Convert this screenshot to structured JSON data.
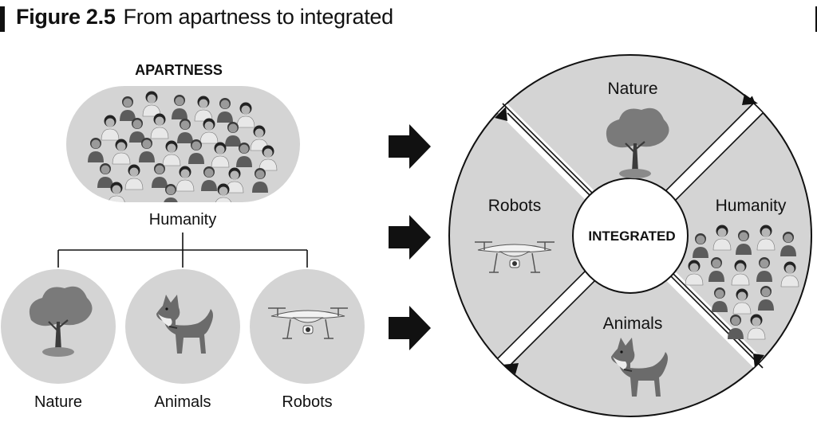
{
  "figure": {
    "number": "Figure 2.5",
    "caption": "From apartness to integrated"
  },
  "apartness": {
    "heading": "APARTNESS",
    "group_label": "Humanity",
    "branches": [
      {
        "label": "Nature",
        "icon": "tree-icon"
      },
      {
        "label": "Animals",
        "icon": "dog-icon"
      },
      {
        "label": "Robots",
        "icon": "drone-icon"
      }
    ]
  },
  "arrows": [
    "arrow-right-icon",
    "arrow-right-icon",
    "arrow-right-icon"
  ],
  "integrated": {
    "center_label": "INTEGRATED",
    "segments": [
      {
        "label": "Nature",
        "icon": "tree-icon"
      },
      {
        "label": "Humanity",
        "icon": "crowd-icon"
      },
      {
        "label": "Animals",
        "icon": "dog-icon"
      },
      {
        "label": "Robots",
        "icon": "drone-icon"
      }
    ]
  },
  "colors": {
    "segment_fill": "#d4d4d4",
    "stroke": "#111111",
    "icon_gray": "#7d7d7d"
  }
}
